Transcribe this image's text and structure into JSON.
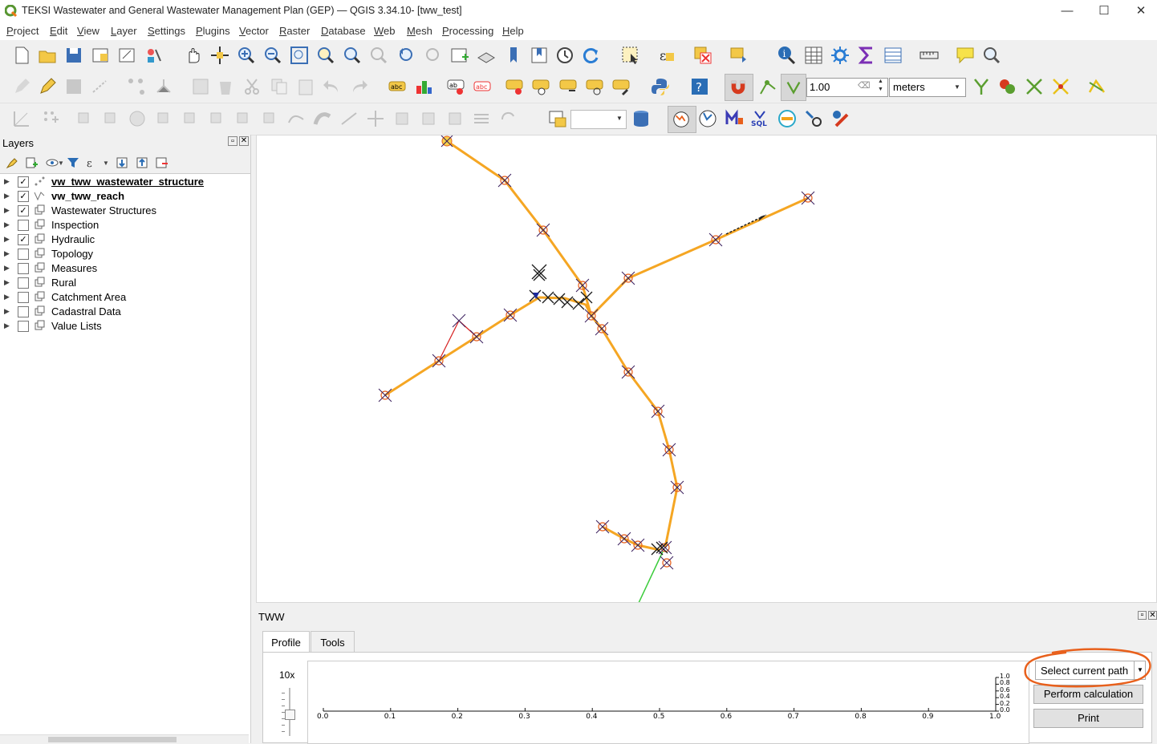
{
  "window": {
    "title": "TEKSI Wastewater and General Wastewater Management Plan (GEP) — QGIS 3.34.10- [tww_test]",
    "minimize": "—",
    "maximize": "☐",
    "close": "✕"
  },
  "menu": [
    "Project",
    "Edit",
    "View",
    "Layer",
    "Settings",
    "Plugins",
    "Vector",
    "Raster",
    "Database",
    "Web",
    "Mesh",
    "Processing",
    "Help"
  ],
  "digitizing": {
    "tolerance_value": "1.00",
    "units": "meters"
  },
  "layers_panel": {
    "title": "Layers",
    "items": [
      {
        "name": "vw_tww_wastewater_structure",
        "checked": true,
        "bold": true,
        "type": "point"
      },
      {
        "name": "vw_tww_reach",
        "checked": true,
        "bold": true,
        "type": "line"
      },
      {
        "name": "Wastewater Structures",
        "checked": true,
        "bold": false,
        "type": "group"
      },
      {
        "name": "Inspection",
        "checked": false,
        "bold": false,
        "type": "group"
      },
      {
        "name": "Hydraulic",
        "checked": true,
        "bold": false,
        "type": "group"
      },
      {
        "name": "Topology",
        "checked": false,
        "bold": false,
        "type": "group"
      },
      {
        "name": "Measures",
        "checked": false,
        "bold": false,
        "type": "group"
      },
      {
        "name": "Rural",
        "checked": false,
        "bold": false,
        "type": "group"
      },
      {
        "name": "Catchment Area",
        "checked": false,
        "bold": false,
        "type": "group"
      },
      {
        "name": "Cadastral Data",
        "checked": false,
        "bold": false,
        "type": "group"
      },
      {
        "name": "Value Lists",
        "checked": false,
        "bold": false,
        "type": "group"
      }
    ]
  },
  "tww_panel": {
    "title": "TWW",
    "tabs": [
      {
        "label": "Profile",
        "active": true
      },
      {
        "label": "Tools",
        "active": false
      }
    ],
    "zoom_label": "10x",
    "buttons": {
      "select_path": "Select current path",
      "perform_calculation": "Perform calculation",
      "print": "Print"
    },
    "x_ticks": [
      "0.0",
      "0.1",
      "0.2",
      "0.3",
      "0.4",
      "0.5",
      "0.6",
      "0.7",
      "0.8",
      "0.9",
      "1.0"
    ],
    "y_ticks": [
      "1.0",
      "0.8",
      "0.6",
      "0.4",
      "0.2",
      "0.0"
    ]
  },
  "colors": {
    "pipe": "#f5a623",
    "annotation": "#e8601c",
    "accent_blue": "#2a6db5"
  }
}
